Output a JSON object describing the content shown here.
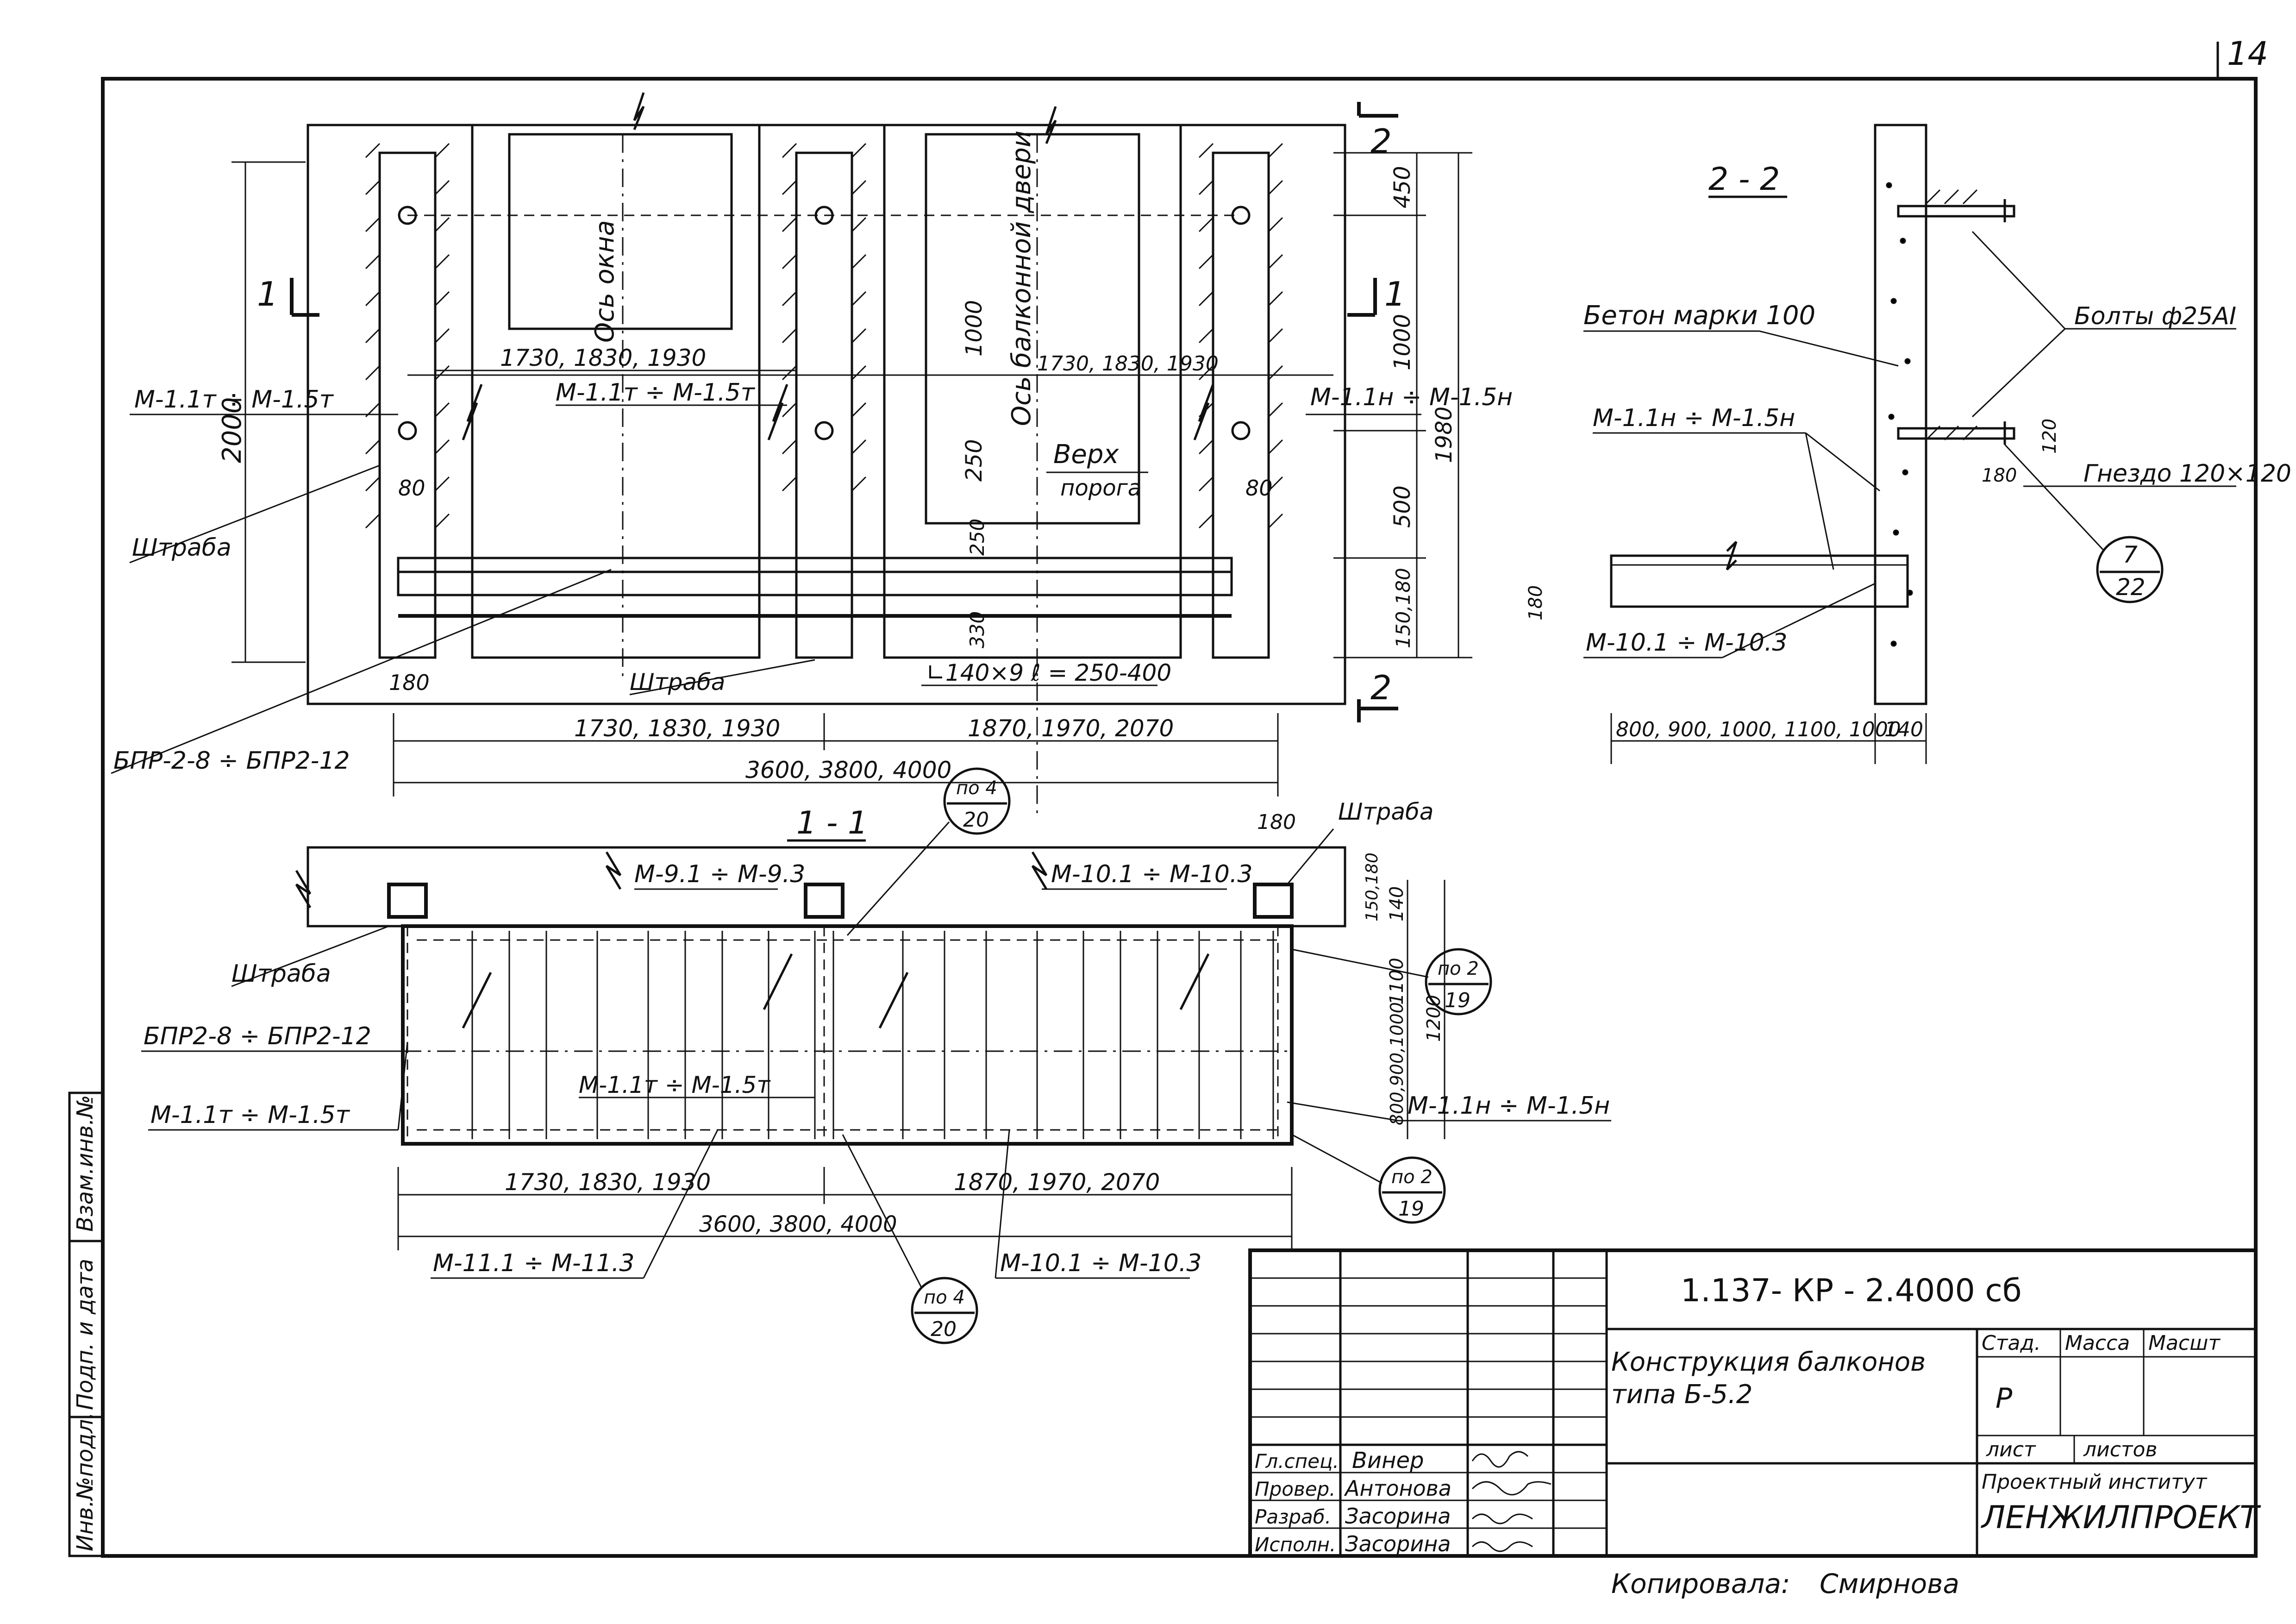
{
  "page_number": "14",
  "labels": {
    "window_axis": "Ось окна",
    "door_axis": "Ось балконной двери",
    "door_top": "Верх",
    "door_top2": "порога",
    "section_1_1": "1 - 1",
    "section_2_2": "2 - 2",
    "sec_mark_1": "1",
    "sec_mark_2": "2",
    "m11t_m15t": "М-1.1т ÷ М-1.5т",
    "m11h_m15h": "М-1.1н ÷ М-1.5н",
    "shtraba": "Штраба",
    "angle": "∟140×9 ℓ = 250-400",
    "bpr_a": "БПР-2-8 ÷ БПР2-12",
    "bpr_b": "БПР2-8 ÷ БПР2-12",
    "m91_m93": "М-9.1 ÷ М-9.3",
    "m101_m103": "М-10.1 ÷ М-10.3",
    "m111_m113": "М-11.1 ÷ М-11.3",
    "concrete": "Бетон марки 100",
    "bolts": "Болты ф25АI",
    "socket": "Гнездо 120×120",
    "callout_7": "7",
    "callout_22": "22",
    "callout_po4": "по 4",
    "callout_20": "20",
    "callout_po2": "по 2",
    "callout_19": "19"
  },
  "dims": {
    "d2000": "2000",
    "d1980": "1980",
    "d450": "450",
    "d1000": "1000",
    "d500": "500",
    "d150_180": "150,180",
    "d180": "180",
    "d80": "80",
    "d250": "250",
    "d330": "330",
    "d120": "120",
    "d140": "140",
    "d1200": "1200",
    "d1100": "1100",
    "d800_1000": "800,900,1000",
    "d1730": "1730, 1830, 1930",
    "d1870": "1870, 1970, 2070",
    "d3600": "3600, 3800, 4000",
    "d800_1100": "800, 900, 1000, 1100, 1000",
    "d140b": "140",
    "d180b": "180"
  },
  "title_block": {
    "doc_code": "1.137- КР - 2.4000 сб",
    "title_line1": "Конструкция балконов",
    "title_line2": "типа Б-5.2",
    "stage_h": "Стад.",
    "mass_h": "Масса",
    "scale_h": "Масшт",
    "stage_v": "Р",
    "sheet_h": "лист",
    "sheets_h": "листов",
    "institute1": "Проектный институт",
    "institute2": "ЛЕНЖИЛПРОЕКТ",
    "roles": [
      "Гл.спец.",
      "Провер.",
      "Разраб.",
      "Исполн."
    ],
    "names": [
      "Винер",
      "Антонова",
      "Засорина",
      "Засорина"
    ]
  },
  "side_stamp": [
    "Взам.инв.№",
    "Подп. и дата",
    "Инв.№подл."
  ],
  "copied_by": "Копировала:",
  "copier_name": "Смирнова"
}
